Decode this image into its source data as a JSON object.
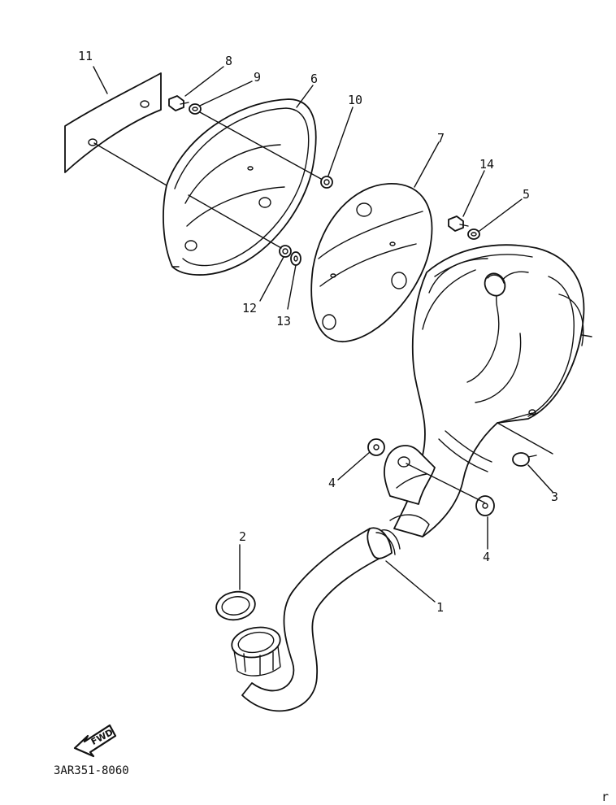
{
  "callouts": [
    {
      "id": "1",
      "text": "1"
    },
    {
      "id": "2",
      "text": "2"
    },
    {
      "id": "3",
      "text": "3"
    },
    {
      "id": "4a",
      "text": "4"
    },
    {
      "id": "4b",
      "text": "4"
    },
    {
      "id": "5",
      "text": "5"
    },
    {
      "id": "6",
      "text": "6"
    },
    {
      "id": "7",
      "text": "7"
    },
    {
      "id": "8",
      "text": "8"
    },
    {
      "id": "9",
      "text": "9"
    },
    {
      "id": "10",
      "text": "10"
    },
    {
      "id": "11",
      "text": "11"
    },
    {
      "id": "12",
      "text": "12"
    },
    {
      "id": "13",
      "text": "13"
    },
    {
      "id": "14",
      "text": "14"
    }
  ],
  "fwd_label": "FWD",
  "diagram_code": "3AR351-8060",
  "corner_mark": "r"
}
